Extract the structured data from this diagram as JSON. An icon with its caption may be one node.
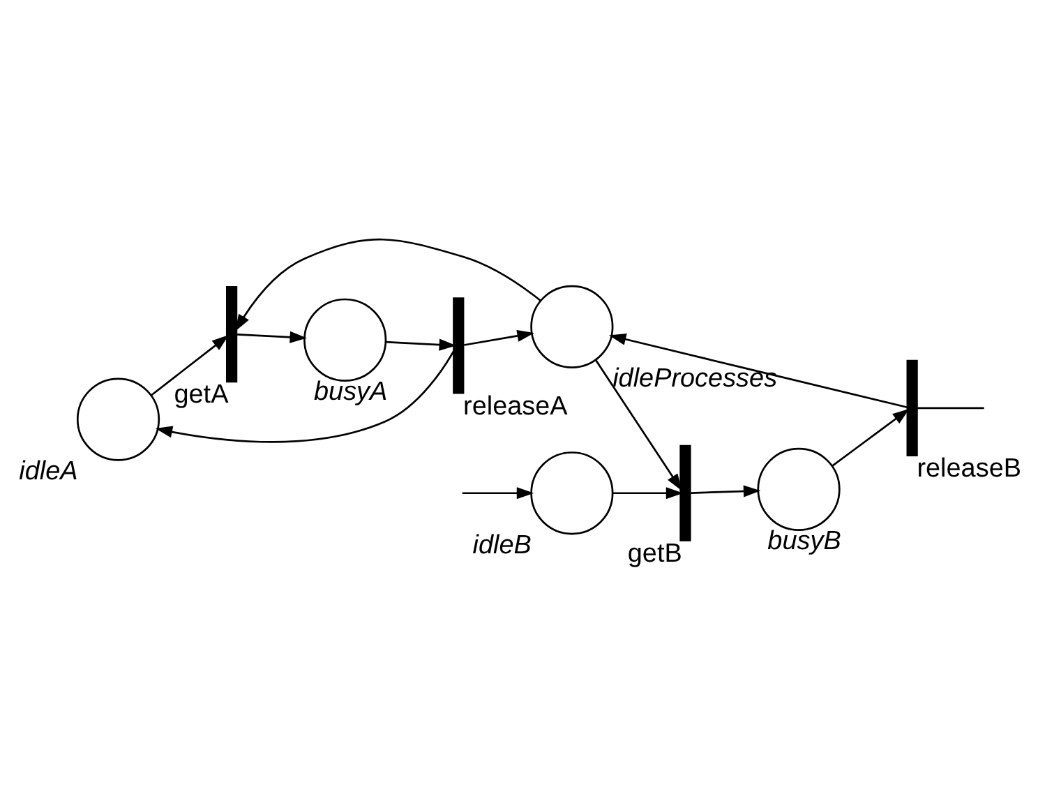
{
  "diagram": {
    "nodes": [
      {
        "text": [],
        "shape": "circle",
        "beside": [
          "idleA"
        ]
      },
      {
        "text": [],
        "shape": "bar",
        "beside": [
          "getA"
        ]
      },
      {
        "text": [],
        "shape": "circle",
        "beside": [
          "busyA"
        ]
      },
      {
        "text": [],
        "shape": "bar",
        "beside": [
          "releaseA"
        ]
      },
      {
        "text": [],
        "shape": "circle",
        "beside": [
          "idleProcesses"
        ]
      },
      {
        "text": [],
        "shape": "bar",
        "beside": [
          "releaseB"
        ]
      },
      {
        "text": [],
        "shape": "circle",
        "beside": [
          "busyB"
        ]
      },
      {
        "text": [],
        "shape": "bar",
        "beside": [
          "getB"
        ]
      },
      {
        "text": [],
        "shape": "circle",
        "beside": [
          "idleB"
        ]
      }
    ],
    "edges": [
      {
        "from": 0,
        "to": 1,
        "arrow": "to"
      },
      {
        "from": 1,
        "to": 2,
        "arrow": "to"
      },
      {
        "from": 2,
        "to": 3,
        "arrow": "to"
      },
      {
        "from": 3,
        "to": 0,
        "arrow": "to"
      },
      {
        "from": 3,
        "to": 4,
        "arrow": "to"
      },
      {
        "from": 4,
        "to": 1,
        "arrow": "to"
      },
      {
        "from": 4,
        "to": 7,
        "arrow": "to"
      },
      {
        "from": 5,
        "to": 4,
        "arrow": "to"
      },
      {
        "from": null,
        "to": 8,
        "arrow": "to"
      },
      {
        "from": 8,
        "to": 7,
        "arrow": "to"
      },
      {
        "from": 7,
        "to": 6,
        "arrow": "to"
      },
      {
        "from": 6,
        "to": 5,
        "arrow": "to"
      },
      {
        "from": 5,
        "to": null,
        "arrow": "none"
      }
    ]
  }
}
